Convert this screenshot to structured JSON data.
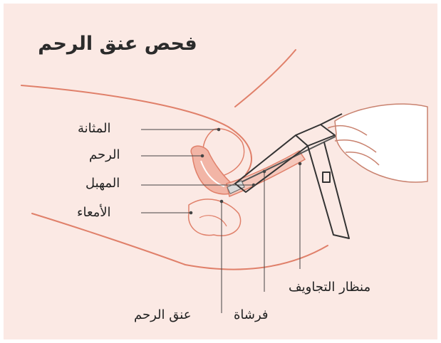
{
  "title": "فحص عنق الرحم",
  "labels": {
    "bladder": "المثانة",
    "uterus": "الرحم",
    "vagina": "المهبل",
    "intestines": "الأمعاء",
    "speculum": "منظار التجاويف",
    "brush": "فرشاة",
    "cervix": "عنق الرحم"
  },
  "colors": {
    "background": "#fbe9e4",
    "outline": "#e0806a",
    "organ_fill": "#f2b5a6",
    "skin_line": "#c9826f",
    "leader_line": "#444444"
  }
}
